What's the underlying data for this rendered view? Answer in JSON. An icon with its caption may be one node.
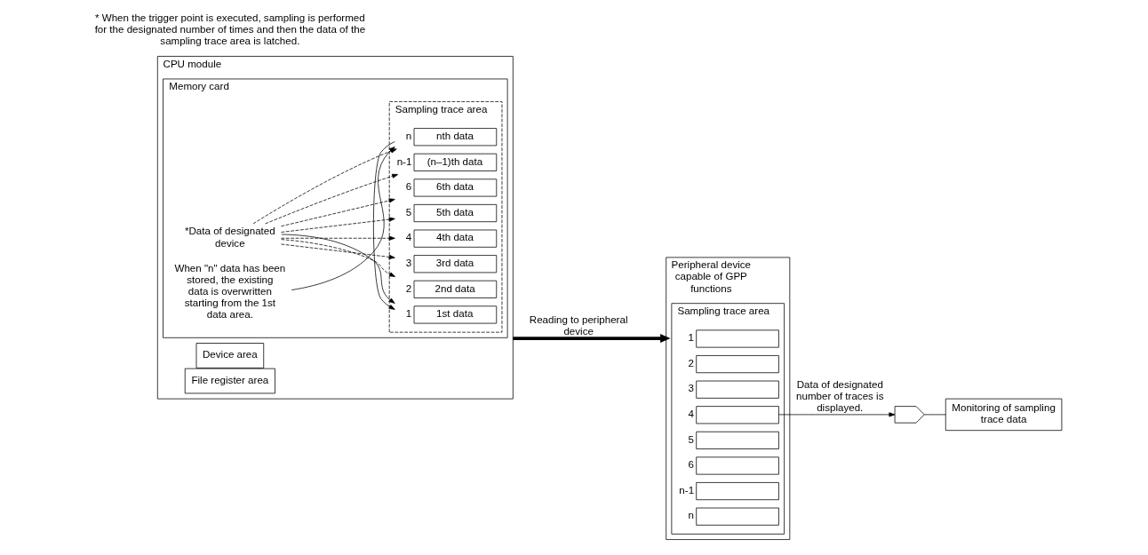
{
  "diagram": {
    "nodes": [
      {
        "text": [
          "CPU module"
        ]
      },
      {
        "text": [
          "Memory card"
        ],
        "in": 0
      },
      {
        "text": [
          "Device area"
        ],
        "in": 0
      },
      {
        "text": [
          "File register area"
        ],
        "in": 0
      },
      {
        "text": [
          "*Data of designated device"
        ],
        "in": 1
      },
      {
        "text": [
          "Sampling trace area"
        ],
        "in": 1
      },
      {
        "text": [
          "1st data"
        ],
        "in": 5,
        "beside": [
          "1"
        ]
      },
      {
        "text": [
          "2nd data"
        ],
        "in": 5,
        "beside": [
          "2"
        ]
      },
      {
        "text": [
          "3rd data"
        ],
        "in": 5,
        "beside": [
          "3"
        ]
      },
      {
        "text": [
          "4th data"
        ],
        "in": 5,
        "beside": [
          "4"
        ]
      },
      {
        "text": [
          "5th data"
        ],
        "in": 5,
        "beside": [
          "5"
        ]
      },
      {
        "text": [
          "6th data"
        ],
        "in": 5,
        "beside": [
          "6"
        ]
      },
      {
        "text": [
          "(n–1)th data"
        ],
        "in": 5,
        "beside": [
          "n-1"
        ]
      },
      {
        "text": [
          "nth data"
        ],
        "in": 5,
        "beside": [
          "n"
        ]
      },
      {
        "text": [
          "When \"n\" data has been stored, the existing data is overwritten starting from the 1st data area."
        ],
        "in": 1
      },
      {
        "text": [
          "Peripheral device capable of GPP functions"
        ]
      },
      {
        "text": [
          "Sampling trace area"
        ],
        "in": 15
      },
      {
        "text": [],
        "shape": "box",
        "in": 16,
        "beside": [
          "1"
        ]
      },
      {
        "text": [],
        "shape": "box",
        "in": 16,
        "beside": [
          "2"
        ]
      },
      {
        "text": [],
        "shape": "box",
        "in": 16,
        "beside": [
          "3"
        ]
      },
      {
        "text": [],
        "shape": "box",
        "in": 16,
        "beside": [
          "4"
        ]
      },
      {
        "text": [],
        "shape": "box",
        "in": 16,
        "beside": [
          "5"
        ]
      },
      {
        "text": [],
        "shape": "box",
        "in": 16,
        "beside": [
          "6"
        ]
      },
      {
        "text": [],
        "shape": "box",
        "in": 16,
        "beside": [
          "n-1"
        ]
      },
      {
        "text": [],
        "shape": "box",
        "in": 16,
        "beside": [
          "n"
        ]
      },
      {
        "text": [],
        "shape": "display"
      },
      {
        "text": [
          "Monitoring of sampling trace data"
        ]
      }
    ],
    "edges": [
      {
        "from": 4,
        "to": 6,
        "arrow": "to"
      },
      {
        "from": 4,
        "to": 7,
        "arrow": "to",
        "style": "dashed"
      },
      {
        "from": 4,
        "to": 8,
        "arrow": "to",
        "style": "dashed"
      },
      {
        "from": 4,
        "to": 9,
        "arrow": "to",
        "style": "dashed"
      },
      {
        "from": 4,
        "to": 10,
        "arrow": "to",
        "style": "dashed"
      },
      {
        "from": 4,
        "to": 11,
        "arrow": "to",
        "style": "dashed"
      },
      {
        "from": 4,
        "to": 12,
        "arrow": "to",
        "style": "dashed"
      },
      {
        "from": 4,
        "to": 13,
        "arrow": "to",
        "style": "dashed"
      },
      {
        "from": 14,
        "to": 13,
        "arrow": "to"
      },
      {
        "from": 13,
        "to": 6,
        "arrow": "to"
      },
      {
        "from": 0,
        "to": 15,
        "arrow": "to",
        "label": "Reading to peripheral device",
        "style": "thick"
      },
      {
        "from": 20,
        "to": 25,
        "arrow": "to",
        "label": "Data of designated number of traces is displayed."
      },
      {
        "from": 25,
        "to": 26,
        "arrow": "none"
      }
    ],
    "labels": [
      "* When the trigger point is executed, sampling is performed for the designated number of times and then the data of the sampling trace area is latched."
    ]
  }
}
